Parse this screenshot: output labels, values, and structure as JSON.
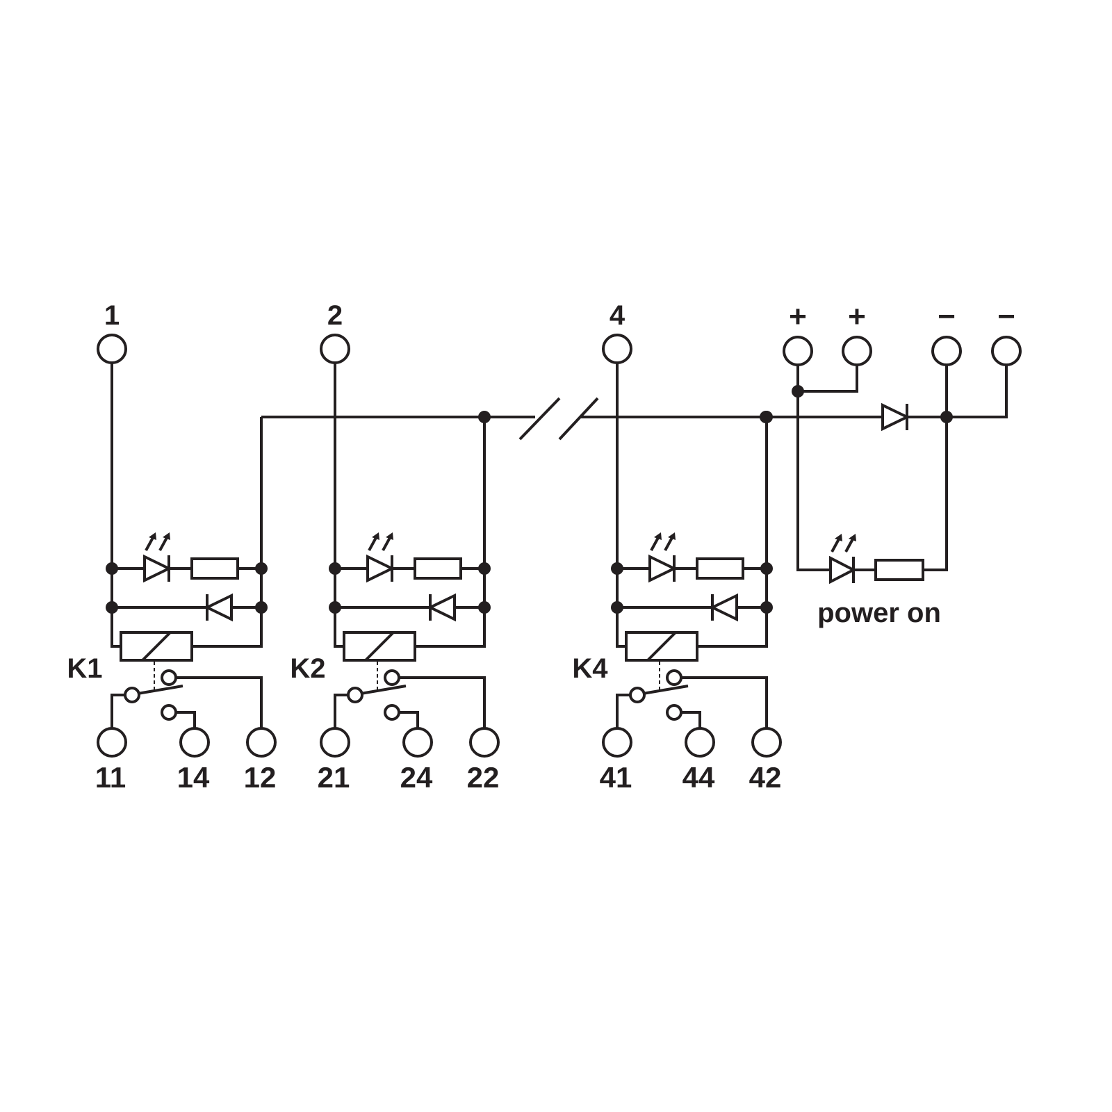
{
  "modules": [
    {
      "relay": "K1",
      "input": "1",
      "contacts": [
        "11",
        "14",
        "12"
      ]
    },
    {
      "relay": "K2",
      "input": "2",
      "contacts": [
        "21",
        "24",
        "22"
      ]
    },
    {
      "relay": "K4",
      "input": "4",
      "contacts": [
        "41",
        "44",
        "42"
      ]
    }
  ],
  "supply": {
    "terminals": [
      "+",
      "+",
      "−",
      "−"
    ],
    "led_label": "power on"
  },
  "colors": {
    "line": "#231f20",
    "background": "#ffffff"
  }
}
